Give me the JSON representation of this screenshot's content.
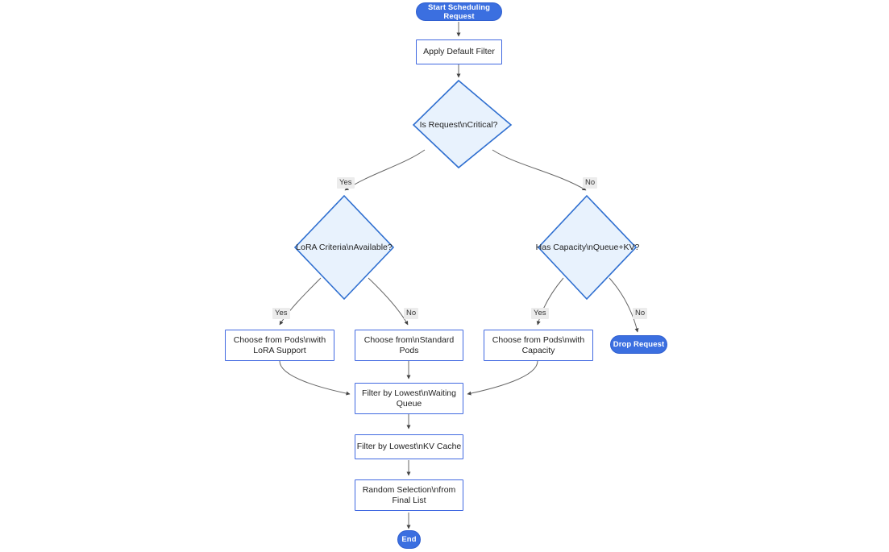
{
  "diagram": {
    "title": "Scheduling Request Flowchart",
    "type": "flowchart",
    "colors": {
      "pill_fill": "#3b6fe0",
      "pill_text": "#ffffff",
      "rect_fill": "#ffffff",
      "rect_border": "#4169e1",
      "diamond_fill": "#e8f2fd",
      "diamond_border": "#2f6fd0",
      "edge_stroke": "#666666",
      "edge_label_bg": "#ececec",
      "text": "#1f1f1f",
      "background": "#ffffff"
    },
    "nodes": [
      {
        "id": "start",
        "shape": "pill",
        "label": "Start Scheduling Request"
      },
      {
        "id": "apply_filter",
        "shape": "rect",
        "label": "Apply Default Filter"
      },
      {
        "id": "is_critical",
        "shape": "diamond",
        "label": "Is Request\\nCritical?"
      },
      {
        "id": "lora_criteria",
        "shape": "diamond",
        "label": "LoRA Criteria\\nAvailable?"
      },
      {
        "id": "has_capacity",
        "shape": "diamond",
        "label": "Has Capacity\\nQueue+KV?"
      },
      {
        "id": "pods_lora",
        "shape": "rect",
        "label": "Choose from Pods\\nwith\nLoRA Support"
      },
      {
        "id": "pods_standard",
        "shape": "rect",
        "label": "Choose from\\nStandard\nPods"
      },
      {
        "id": "pods_capacity",
        "shape": "rect",
        "label": "Choose from Pods\\nwith\nCapacity"
      },
      {
        "id": "drop_request",
        "shape": "pill",
        "label": "Drop Request"
      },
      {
        "id": "filter_queue",
        "shape": "rect",
        "label": "Filter by Lowest\\nWaiting\nQueue"
      },
      {
        "id": "filter_kv",
        "shape": "rect",
        "label": "Filter by Lowest\\nKV Cache"
      },
      {
        "id": "random_select",
        "shape": "rect",
        "label": "Random Selection\\nfrom\nFinal List"
      },
      {
        "id": "end",
        "shape": "pill",
        "label": "End"
      }
    ],
    "edges": [
      {
        "from": "start",
        "to": "apply_filter",
        "label": ""
      },
      {
        "from": "apply_filter",
        "to": "is_critical",
        "label": ""
      },
      {
        "from": "is_critical",
        "to": "lora_criteria",
        "label": "Yes"
      },
      {
        "from": "is_critical",
        "to": "has_capacity",
        "label": "No"
      },
      {
        "from": "lora_criteria",
        "to": "pods_lora",
        "label": "Yes"
      },
      {
        "from": "lora_criteria",
        "to": "pods_standard",
        "label": "No"
      },
      {
        "from": "has_capacity",
        "to": "pods_capacity",
        "label": "Yes"
      },
      {
        "from": "has_capacity",
        "to": "drop_request",
        "label": "No"
      },
      {
        "from": "pods_lora",
        "to": "filter_queue",
        "label": ""
      },
      {
        "from": "pods_standard",
        "to": "filter_queue",
        "label": ""
      },
      {
        "from": "pods_capacity",
        "to": "filter_queue",
        "label": ""
      },
      {
        "from": "filter_queue",
        "to": "filter_kv",
        "label": ""
      },
      {
        "from": "filter_kv",
        "to": "random_select",
        "label": ""
      },
      {
        "from": "random_select",
        "to": "end",
        "label": ""
      }
    ],
    "edge_labels": {
      "critical_yes": "Yes",
      "critical_no": "No",
      "lora_yes": "Yes",
      "lora_no": "No",
      "capacity_yes": "Yes",
      "capacity_no": "No"
    },
    "node_text": {
      "start": "Start Scheduling Request",
      "apply_filter": "Apply Default Filter",
      "is_critical": "Is Request\\nCritical?",
      "lora_criteria": "LoRA Criteria\\nAvailable?",
      "has_capacity": "Has Capacity\\nQueue+KV?",
      "pods_lora": "Choose from Pods\\nwith\nLoRA Support",
      "pods_standard": "Choose from\\nStandard\nPods",
      "pods_capacity": "Choose from Pods\\nwith\nCapacity",
      "drop_request": "Drop Request",
      "filter_queue": "Filter by Lowest\\nWaiting\nQueue",
      "filter_kv": "Filter by Lowest\\nKV Cache",
      "random_select": "Random Selection\\nfrom\nFinal List",
      "end": "End"
    }
  }
}
